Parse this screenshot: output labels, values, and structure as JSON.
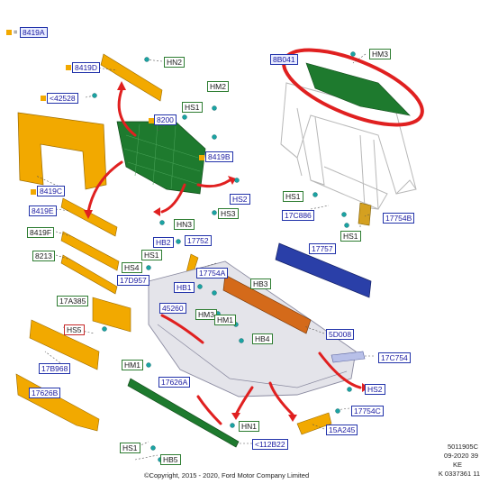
{
  "legend": {
    "code": "8419A",
    "equals": "="
  },
  "labels": {
    "l8419D": "8419D",
    "lHN2": "HN2",
    "l42528": "<42528",
    "lHM2": "HM2",
    "lHS1a": "HS1",
    "l8200": "8200",
    "l8419B": "8419B",
    "l8419C": "8419C",
    "lHS2a": "HS2",
    "l8419E": "8419E",
    "lHS3": "HS3",
    "lHN3": "HN3",
    "l8419F": "8419F",
    "l8213": "8213",
    "lHM3a": "HM3",
    "l8B041": "8B041",
    "lHS1b": "HS1",
    "l17C886": "17C886",
    "l17754B": "17754B",
    "lHS1c": "HS1",
    "lHB2": "HB2",
    "l17752": "17752",
    "lHS1d": "HS1",
    "lHS4": "HS4",
    "l17D957": "17D957",
    "l17757": "17757",
    "l17754A": "17754A",
    "lHB1": "HB1",
    "lHB3": "HB3",
    "l17A385": "17A385",
    "l45260": "45260",
    "lHM3b": "HM3",
    "lHM1a": "HM1",
    "lHS5": "HS5",
    "lHB4": "HB4",
    "l5D008": "5D008",
    "l17B968": "17B968",
    "lHM1b": "HM1",
    "l17C754": "17C754",
    "l17626A": "17626A",
    "l17626B": "17626B",
    "lHS2b": "HS2",
    "l17754C": "17754C",
    "lHN1": "HN1",
    "l15A245": "15A245",
    "lHS1e": "HS1",
    "l112B22": "<112B22",
    "lHB5": "HB5"
  },
  "footer": {
    "ref": "5011905C",
    "date": "09-2020 39",
    "code": "KE",
    "id": "K 0337361 11",
    "copyright": "©Copyright, 2015 - 2020, Ford Motor Company Limited"
  },
  "colors": {
    "part_orange": "#f2a900",
    "part_green": "#1e7a2e",
    "part_blue": "#2a3fa8",
    "part_brown": "#d46a1a",
    "label_blue": "#2233aa",
    "label_green": "#2e7d32",
    "label_red": "#c62828",
    "arrow_red": "#e02020",
    "highlight_ring": "#e02020",
    "fastener_teal": "#1aa3a3"
  }
}
